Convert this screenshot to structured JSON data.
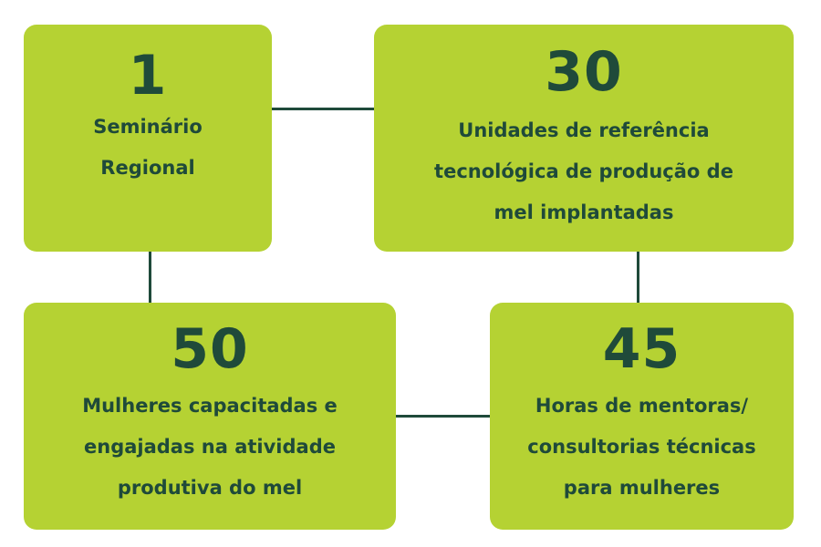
{
  "colors": {
    "card_background": "#b5d233",
    "text": "#1f4a3a",
    "connector": "#1f4a3a"
  },
  "cards": [
    {
      "number": "1",
      "label": "Seminário\nRegional"
    },
    {
      "number": "30",
      "label": "Unidades de referência\ntecnológica de produção de\nmel implantadas"
    },
    {
      "number": "50",
      "label": "Mulheres capacitadas e\nengajadas na atividade\nprodutiva do mel"
    },
    {
      "number": "45",
      "label": "Horas de mentoras/\nconsultorias técnicas\npara mulheres"
    }
  ]
}
